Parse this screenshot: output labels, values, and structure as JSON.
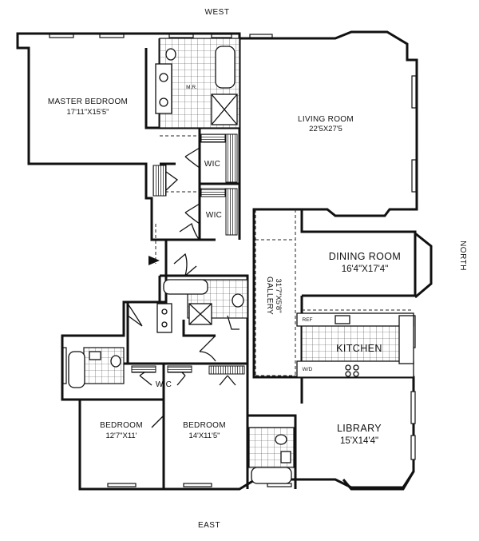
{
  "compass": {
    "west": "WEST",
    "east": "EAST",
    "north": "NORTH"
  },
  "rooms": {
    "master_bedroom": {
      "name": "MASTER BEDROOM",
      "size": "17'11\"X15'5\""
    },
    "living_room": {
      "name": "LIVING ROOM",
      "size": "22'5X27'5"
    },
    "dining_room": {
      "name": "DINING ROOM",
      "size": "16'4\"X17'4\""
    },
    "gallery": {
      "name": "GALLERY",
      "size": "31'7\"X5'8\""
    },
    "kitchen": {
      "name": "KITCHEN"
    },
    "library": {
      "name": "LIBRARY",
      "size": "15'X14'4\""
    },
    "bedroom_1": {
      "name": "BEDROOM",
      "size": "12'7\"X11'"
    },
    "bedroom_2": {
      "name": "BEDROOM",
      "size": "14'X11'5\""
    },
    "wic_1": {
      "name": "WIC"
    },
    "wic_2": {
      "name": "WIC"
    },
    "wic_3": {
      "name": "WIC"
    }
  },
  "fixtures": {
    "master_bath_mark": "M.R.",
    "washer_dryer": "W/D",
    "refrigerator": "REF"
  }
}
